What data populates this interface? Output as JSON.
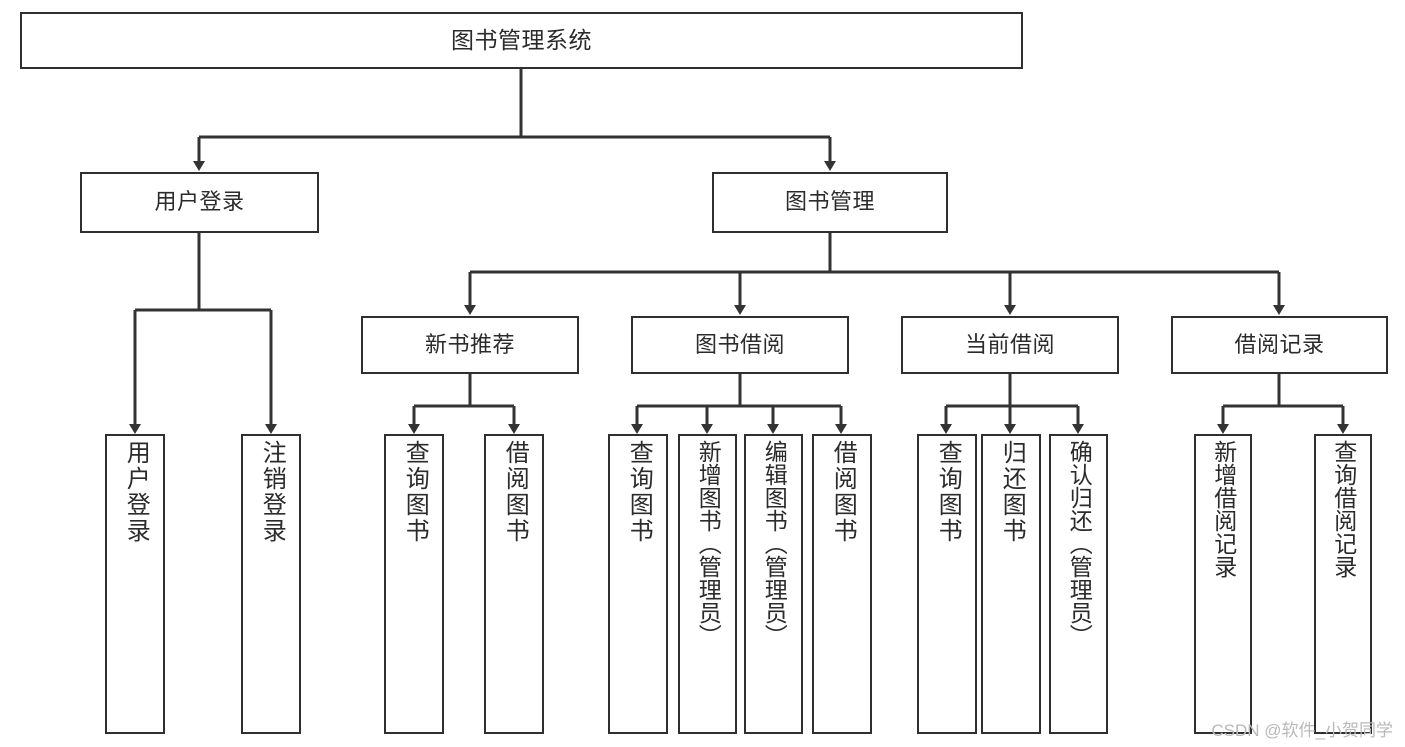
{
  "diagram": {
    "title": "图书管理系统",
    "type": "tree-hierarchy-chart",
    "orientation": "top-down",
    "colors": {
      "box_border": "#2f2f2f",
      "box_fill": "#ffffff",
      "connector": "#333333",
      "text": "#2b2b2b",
      "watermark": "#b9b9b9",
      "background": "#ffffff"
    },
    "root": {
      "label": "图书管理系统"
    },
    "level2": [
      {
        "id": "user-login",
        "label": "用户登录"
      },
      {
        "id": "book-management",
        "label": "图书管理"
      }
    ],
    "level3": [
      {
        "id": "new-book-recommend",
        "label": "新书推荐",
        "parent": "book-management"
      },
      {
        "id": "book-borrow",
        "label": "图书借阅",
        "parent": "book-management"
      },
      {
        "id": "current-borrow",
        "label": "当前借阅",
        "parent": "book-management"
      },
      {
        "id": "borrow-record",
        "label": "借阅记录",
        "parent": "book-management"
      }
    ],
    "leaves": {
      "user_login": [
        {
          "id": "leaf-user-login",
          "label": "用户登录"
        },
        {
          "id": "leaf-logout-login",
          "label": "注销登录"
        }
      ],
      "new_book_recommend": [
        {
          "id": "leaf-query-book-1",
          "label": "查询图书"
        },
        {
          "id": "leaf-borrow-book-1",
          "label": "借阅图书"
        }
      ],
      "book_borrow": [
        {
          "id": "leaf-query-book-2",
          "label": "查询图书"
        },
        {
          "id": "leaf-add-book",
          "label": "新增图书（管理员）"
        },
        {
          "id": "leaf-edit-book",
          "label": "编辑图书（管理员）"
        },
        {
          "id": "leaf-borrow-book-2",
          "label": "借阅图书"
        }
      ],
      "current_borrow": [
        {
          "id": "leaf-query-book-3",
          "label": "查询图书"
        },
        {
          "id": "leaf-return-book",
          "label": "归还图书"
        },
        {
          "id": "leaf-confirm-return",
          "label": "确认归还（管理员）"
        }
      ],
      "borrow_record": [
        {
          "id": "leaf-add-record",
          "label": "新增借阅记录"
        },
        {
          "id": "leaf-query-record",
          "label": "查询借阅记录"
        }
      ]
    }
  },
  "watermark": {
    "text": "CSDN @软件_小贺同学"
  }
}
